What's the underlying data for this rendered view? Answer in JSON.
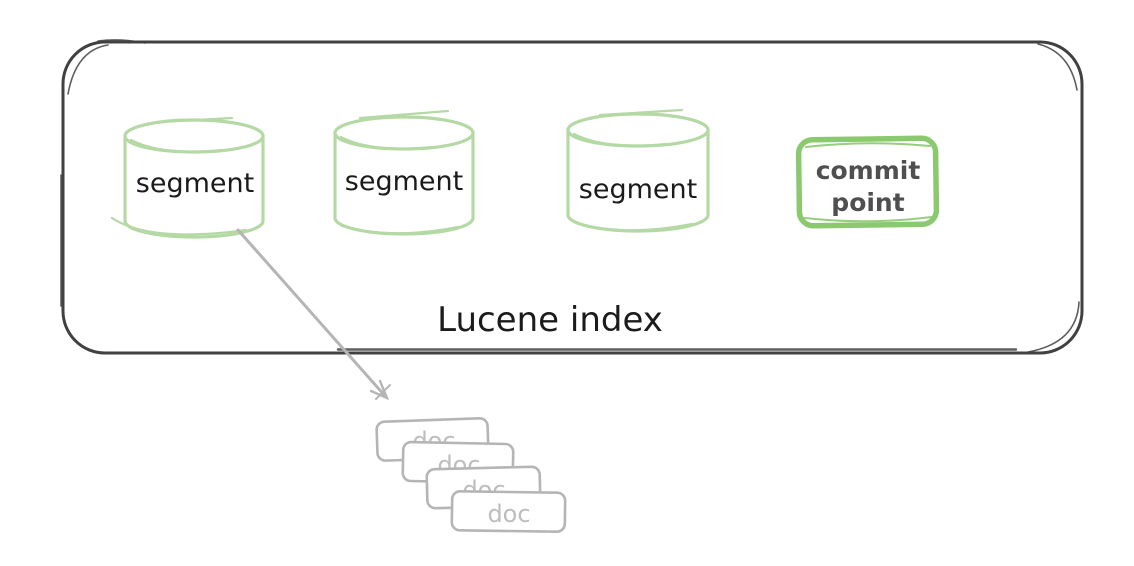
{
  "diagram": {
    "title": "Lucene index",
    "segments": [
      {
        "label": "segment"
      },
      {
        "label": "segment"
      },
      {
        "label": "segment"
      }
    ],
    "commit_point": {
      "line1": "commit",
      "line2": "point"
    },
    "docs": [
      {
        "label": "doc"
      },
      {
        "label": "doc"
      },
      {
        "label": "doc"
      },
      {
        "label": "doc"
      }
    ],
    "colors": {
      "container-stroke": "#414141",
      "segment-stroke": "#b5d9a4",
      "commit-stroke": "#8bc96f",
      "label-ink": "#1b1b1b",
      "commit-ink": "#4f4f4f",
      "sketch-gray": "#b5b5b5",
      "doc-ink": "#bdbdbd"
    }
  }
}
